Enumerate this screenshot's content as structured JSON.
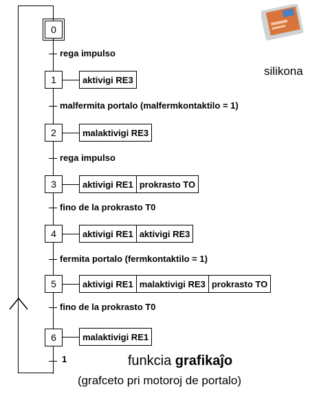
{
  "steps": [
    {
      "number": "0",
      "actions": []
    },
    {
      "number": "1",
      "actions": [
        "aktivigi RE3"
      ]
    },
    {
      "number": "2",
      "actions": [
        "malaktivigi RE3"
      ]
    },
    {
      "number": "3",
      "actions": [
        "aktivigi RE1",
        "prokrasto TO"
      ]
    },
    {
      "number": "4",
      "actions": [
        "aktivigi RE1",
        "aktivigi RE3"
      ]
    },
    {
      "number": "5",
      "actions": [
        "aktivigi RE1",
        "malaktivigi RE3",
        "prokrasto TO"
      ]
    },
    {
      "number": "6",
      "actions": [
        "malaktivigi RE1"
      ]
    }
  ],
  "transitions": [
    "rega impulso",
    "malfermita portalo (malfermkontaktilo = 1)",
    "rega impulso",
    "fino de la prokrasto T0",
    "fermita portalo (fermkontaktilo = 1)",
    "fino de la prokrasto T0",
    "1"
  ],
  "side_image_label": "silikona",
  "caption": {
    "prefix": "funkcia ",
    "bold": "grafikaĵo",
    "subtitle": "(grafceto pri motoroj de portalo)"
  },
  "colors": {
    "line": "#000000",
    "photo_orange": "#d9743a"
  }
}
